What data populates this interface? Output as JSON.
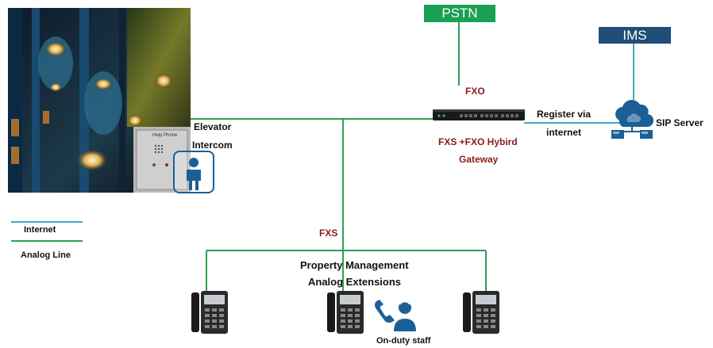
{
  "header": {
    "pstn": "PSTN",
    "ims": "IMS"
  },
  "labels": {
    "fxo": "FXO",
    "gateway_line1": "FXS +FXO Hybird",
    "gateway_line2": "Gateway",
    "register_line1": "Register via",
    "register_line2": "internet",
    "sip_server": "SIP Server",
    "elevator_line1": "Elevator",
    "elevator_line2": "Intercom",
    "fxs": "FXS",
    "pm_line1": "Property Management",
    "pm_line2": "Analog Extensions",
    "on_duty": "On-duty staff",
    "help_phone": "Help Phone"
  },
  "legend": {
    "internet": "Internet",
    "analog": "Analog Line"
  },
  "colors": {
    "internet_line": "#3fa9c9",
    "analog_line": "#2f9e57",
    "pstn_box": "#1aa052",
    "ims_box": "#1f4e79",
    "icon_blue": "#1b5f96",
    "red_label": "#8b1a1a"
  }
}
